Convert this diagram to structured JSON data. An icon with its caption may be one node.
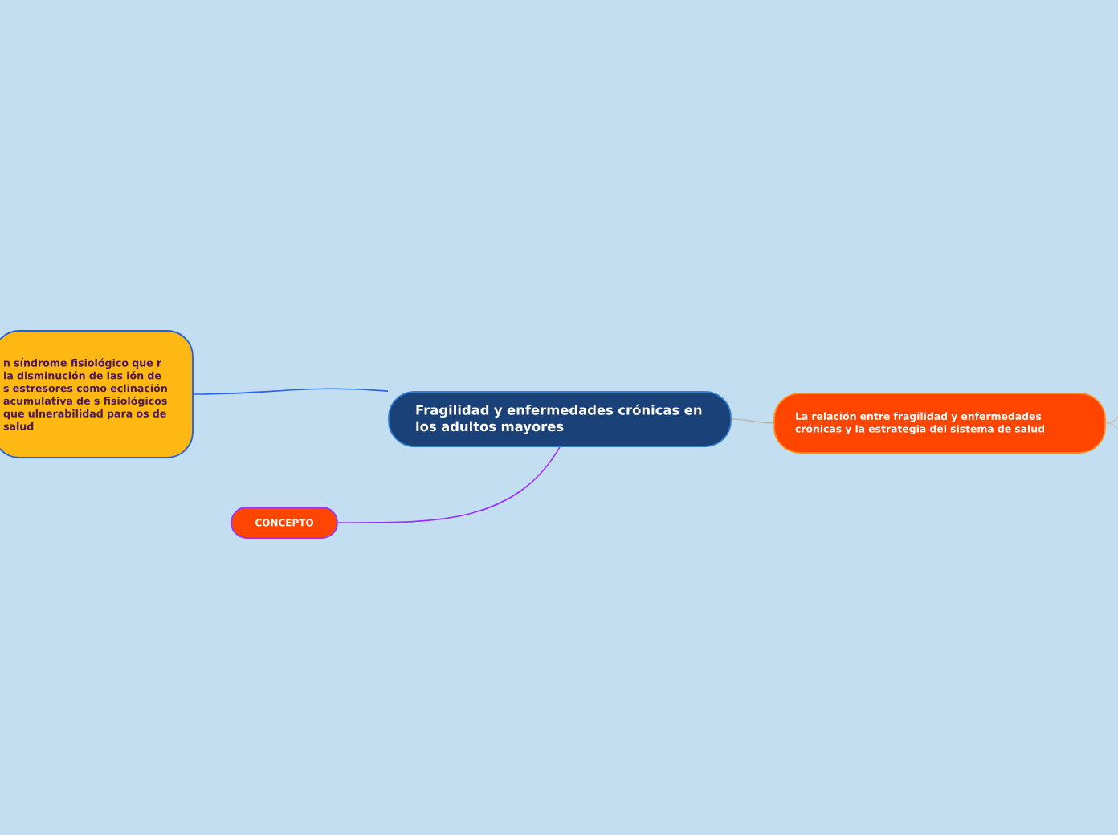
{
  "diagram": {
    "nodes": [
      {
        "text": [
          "n síndrome fisiológico que r la disminución de las ión de s estresores como eclinación acumulativa de s fisiológicos que ulnerabilidad para os de salud"
        ]
      },
      {
        "text": [
          "Fragilidad y enfermedades crónicas en los adultos mayores"
        ]
      },
      {
        "text": [
          "CONCEPTO"
        ]
      },
      {
        "text": [
          "La relación entre fragilidad y enfermedades crónicas  y la estrategia del sistema de salud"
        ]
      }
    ],
    "edges": [
      {
        "from": 0,
        "to": 1,
        "arrow": "none",
        "color": "#2a62e8"
      },
      {
        "from": 2,
        "to": 1,
        "arrow": "none",
        "color": "#9b30ff"
      },
      {
        "from": 1,
        "to": 3,
        "arrow": "none",
        "color": "#b8b8a8"
      },
      {
        "from": 3,
        "to": null,
        "arrow": "none",
        "color": "#c8c8c0"
      },
      {
        "from": 3,
        "to": null,
        "arrow": "none",
        "color": "#c8c8c0"
      }
    ]
  }
}
